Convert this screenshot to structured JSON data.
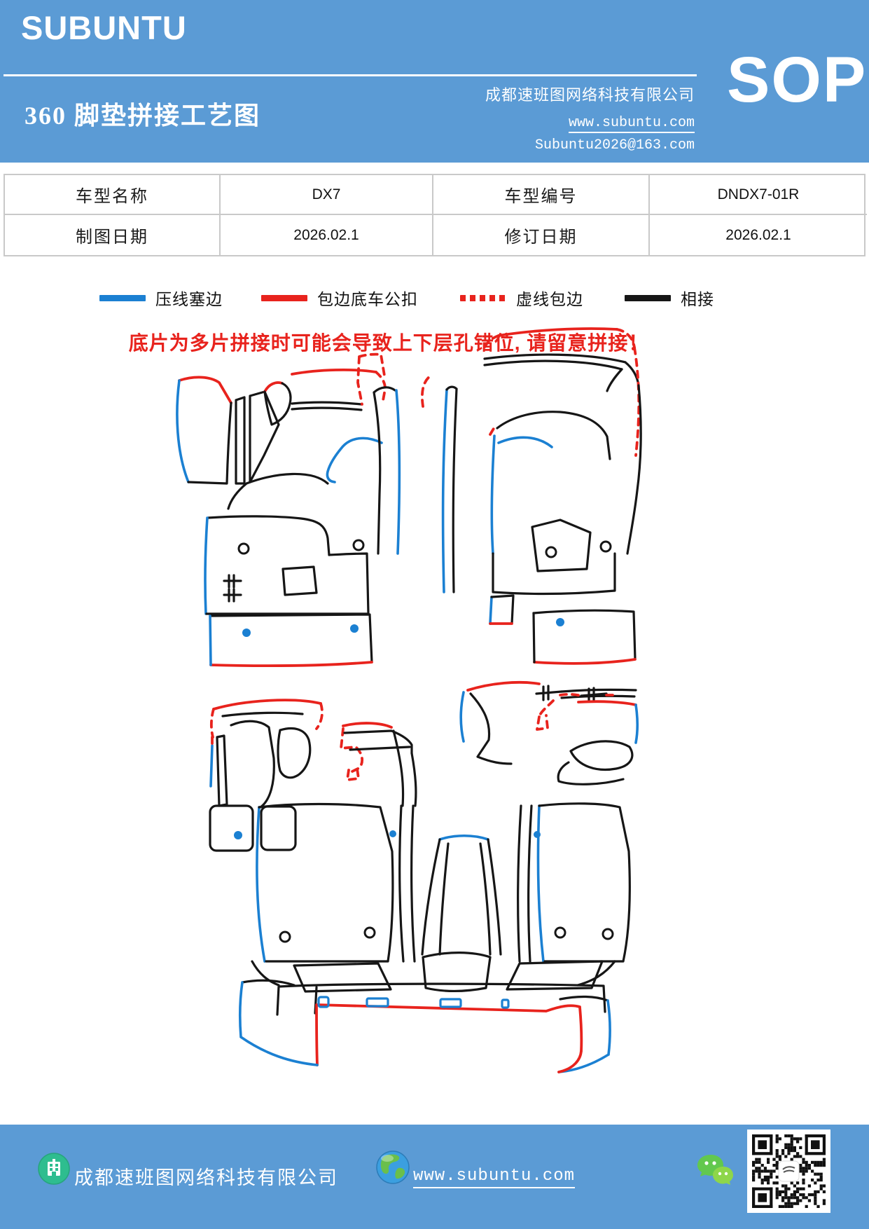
{
  "header": {
    "brand": "SUBUNTU",
    "title": "360 脚垫拼接工艺图",
    "company": "成都速班图网络科技有限公司",
    "website": "www.subuntu.com",
    "email": "Subuntu2026@163.com",
    "sop_label": "SOP"
  },
  "info_table": {
    "rows": [
      [
        {
          "label": "车型名称",
          "value": "DX7"
        },
        {
          "label": "车型编号",
          "value": "DNDX7-01R"
        }
      ],
      [
        {
          "label": "制图日期",
          "value": "2026.02.1"
        },
        {
          "label": "修订日期",
          "value": "2026.02.1"
        }
      ]
    ]
  },
  "legend": {
    "items": [
      {
        "label": "压线塞边",
        "style": "solid",
        "color": "#1b80d2"
      },
      {
        "label": "包边底车公扣",
        "style": "solid",
        "color": "#e8231d"
      },
      {
        "label": "虚线包边",
        "style": "dotted",
        "color": "#e8231d"
      },
      {
        "label": "相接",
        "style": "solid",
        "color": "#161616"
      }
    ]
  },
  "warning": "底片为多片拼接时可能会导致上下层孔错位, 请留意拼接！",
  "diagram": {
    "line_colors": {
      "press_edge_blue": "#1b80d2",
      "binding_red": "#e8231d",
      "dashed_binding_red": "#e8231d",
      "joint_black": "#161616"
    },
    "groups": [
      "front-left-mat",
      "front-right-mat",
      "rear-mat-set",
      "rear-sill-strip"
    ]
  },
  "footer": {
    "company": "成都速班图网络科技有限公司",
    "website": "www.subuntu.com",
    "icons": [
      "building-icon",
      "globe-icon",
      "wechat-icon",
      "qr-code"
    ]
  },
  "colors": {
    "header": "#5b9bd5",
    "blue": "#1b80d2",
    "red": "#e8231d",
    "black": "#161616",
    "teal": "#2ebd8f",
    "wechat": "#62c84e"
  }
}
